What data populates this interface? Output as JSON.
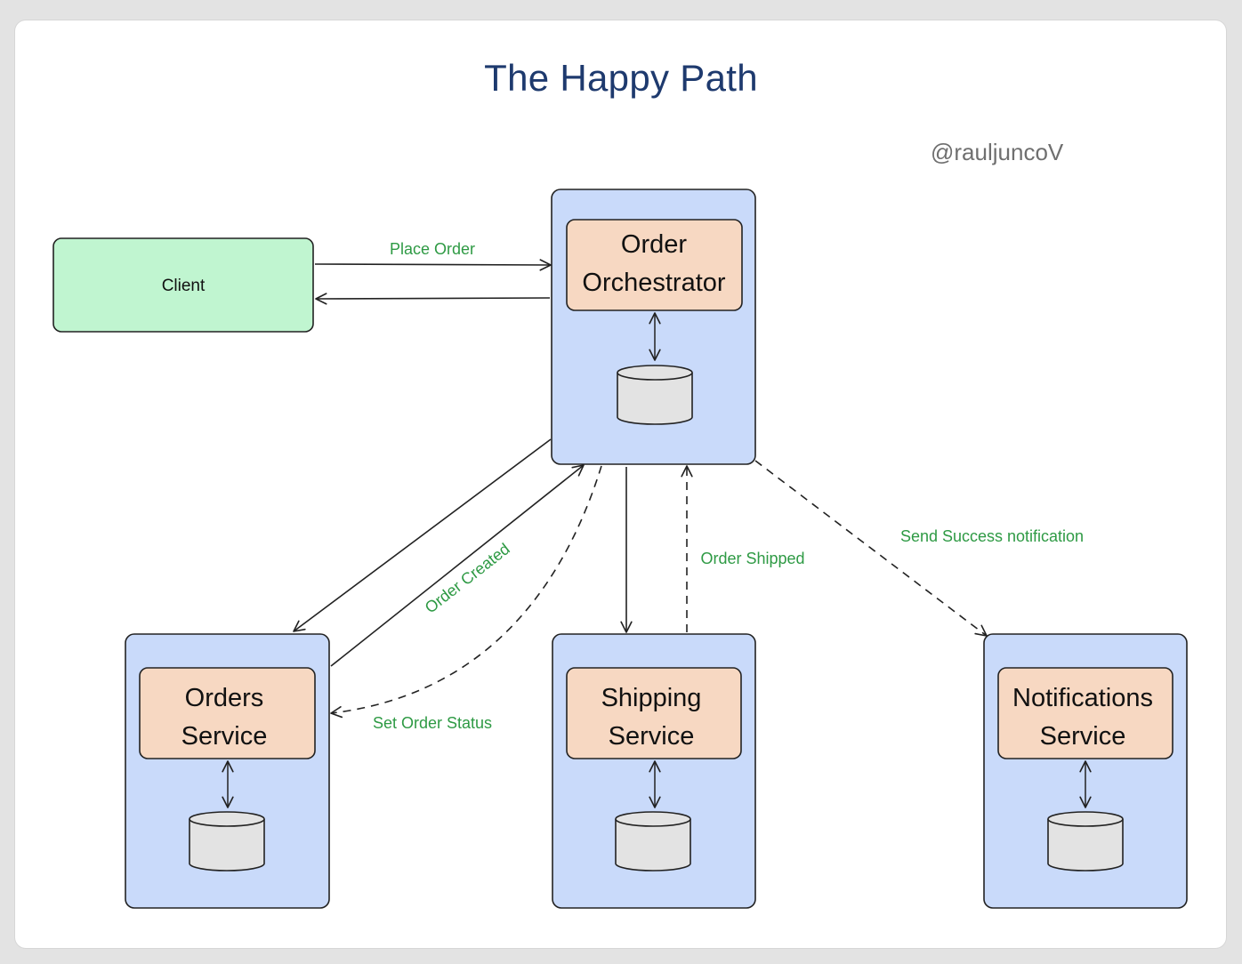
{
  "title": "The Happy Path",
  "watermark": "@rauljuncoV",
  "colors": {
    "service_box": "#c9dafa",
    "component_box": "#f7d8c2",
    "client_box": "#c0f5d0",
    "database": "#e3e3e3",
    "stroke": "#222222",
    "label_text": "#2e9a44",
    "title_text": "#1e3a6e"
  },
  "nodes": {
    "client": {
      "label": "Client"
    },
    "orchestrator": {
      "line1": "Order",
      "line2": "Orchestrator"
    },
    "orders": {
      "line1": "Orders",
      "line2": "Service"
    },
    "shipping": {
      "line1": "Shipping",
      "line2": "Service"
    },
    "notifications": {
      "line1": "Notifications",
      "line2": "Service"
    }
  },
  "edges": {
    "place_order": "Place Order",
    "order_created": "Order Created",
    "set_order_status": "Set Order Status",
    "order_shipped": "Order Shipped",
    "send_success": "Send Success notification"
  }
}
